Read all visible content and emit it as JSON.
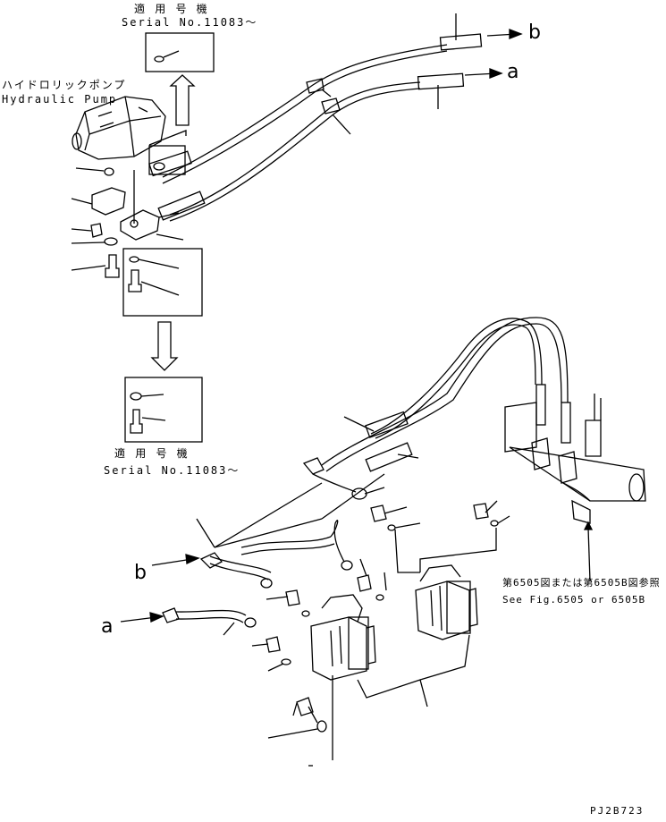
{
  "labels": {
    "top_applicable_jp": "適 用 号 機",
    "top_serial": "Serial No.11083～",
    "pump_jp": "ハイドロリックポンプ",
    "pump_en": "Hydraulic Pump",
    "bottom_applicable_jp": "適 用 号 機",
    "bottom_serial": "Serial No.11083～",
    "ref_jp": "第6505図または第6505B図参照",
    "ref_en": "See Fig.6505 or 6505B",
    "callout_b_top": "b",
    "callout_a_top": "a",
    "callout_b_left": "b",
    "callout_a_left": "a",
    "drawing_code": "PJ2B723"
  }
}
